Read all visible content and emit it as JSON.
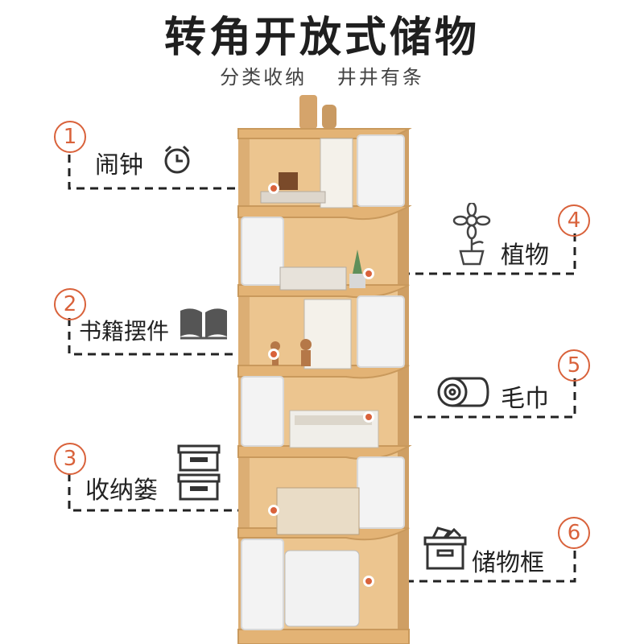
{
  "header": {
    "title": "转角开放式储物",
    "subtitle": "分类收纳　 井井有条"
  },
  "callouts": [
    {
      "number": "1",
      "label": "闹钟",
      "icon": "alarm-clock-icon"
    },
    {
      "number": "2",
      "label": "书籍摆件",
      "icon": "open-book-icon"
    },
    {
      "number": "3",
      "label": "收纳篓",
      "icon": "storage-boxes-icon"
    },
    {
      "number": "4",
      "label": "植物",
      "icon": "potted-flower-icon"
    },
    {
      "number": "5",
      "label": "毛巾",
      "icon": "rolled-towel-icon"
    },
    {
      "number": "6",
      "label": "储物框",
      "icon": "storage-bin-icon"
    }
  ],
  "colors": {
    "accent": "#d9623b",
    "wood": "#e2b47a",
    "door": "#f2f2f2",
    "line": "#222222"
  }
}
